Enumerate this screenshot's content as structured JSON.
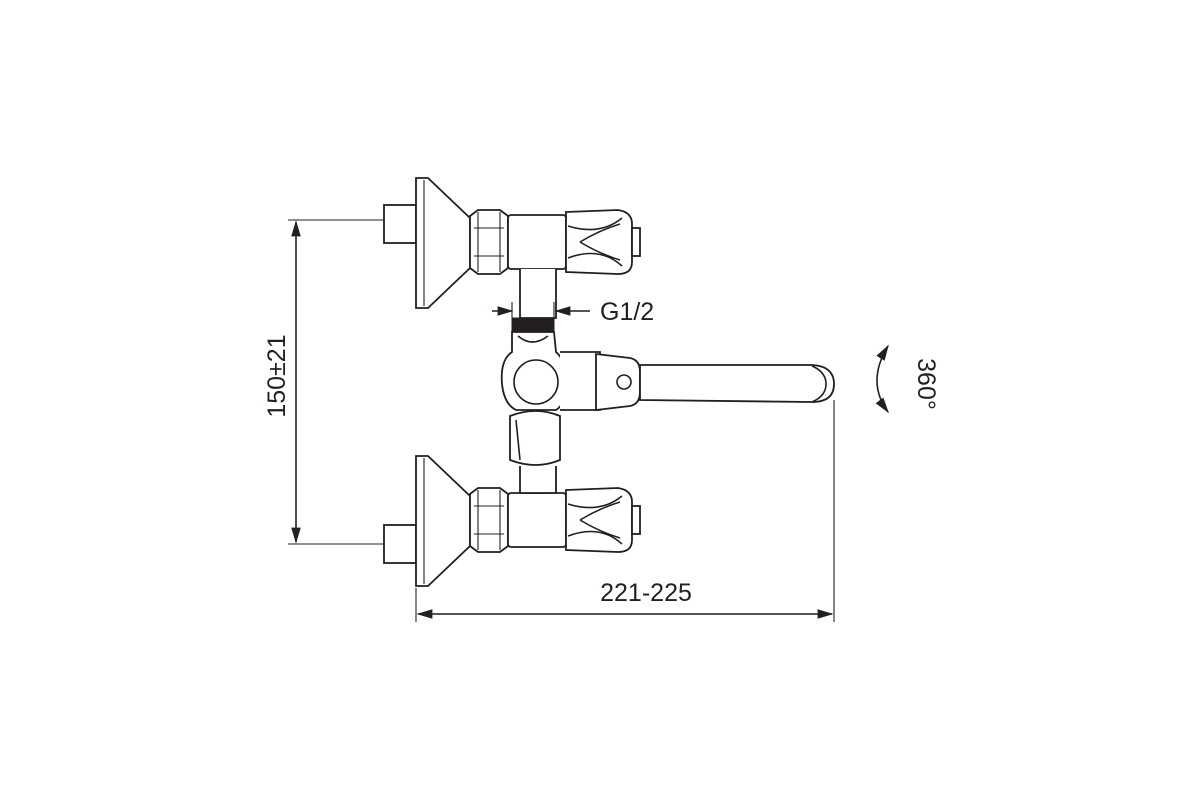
{
  "dimensions": {
    "height_label": "150±21",
    "width_label": "221-225",
    "thread_label": "G1/2",
    "rotation_label": "360°"
  },
  "colors": {
    "line": "#231f20",
    "background": "#ffffff"
  }
}
